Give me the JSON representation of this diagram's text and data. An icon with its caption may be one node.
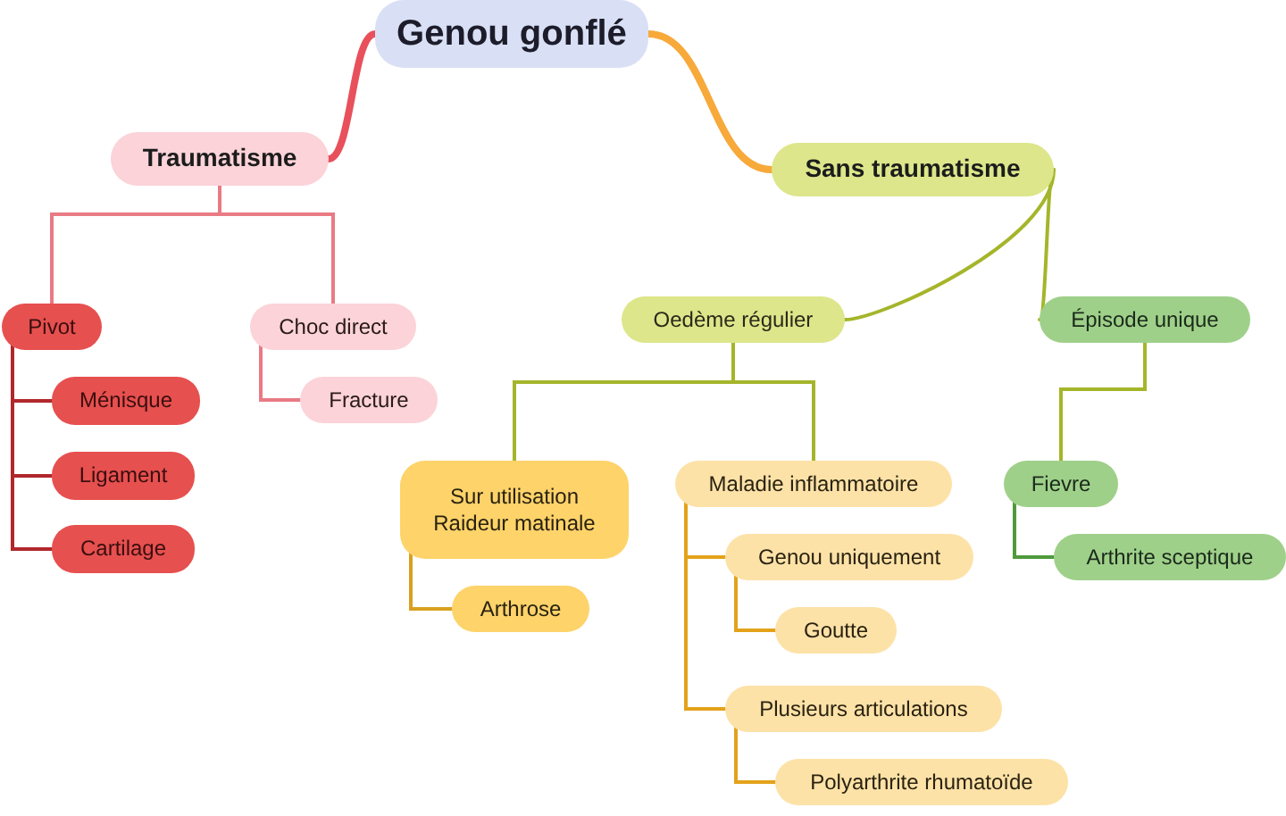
{
  "diagram": {
    "nodes": [
      {
        "text": [
          "Genou gonflé"
        ]
      },
      {
        "text": [
          "Traumatisme"
        ]
      },
      {
        "text": [
          "Pivot"
        ]
      },
      {
        "text": [
          "Ménisque"
        ]
      },
      {
        "text": [
          "Ligament"
        ]
      },
      {
        "text": [
          "Cartilage"
        ]
      },
      {
        "text": [
          "Choc direct"
        ]
      },
      {
        "text": [
          "Fracture"
        ]
      },
      {
        "text": [
          "Sans traumatisme"
        ]
      },
      {
        "text": [
          "Oedème régulier"
        ]
      },
      {
        "text": [
          "Épisode unique"
        ]
      },
      {
        "text": [
          "Sur utilisation Raideur matinale"
        ]
      },
      {
        "text": [
          "Arthrose"
        ]
      },
      {
        "text": [
          "Maladie inflammatoire"
        ]
      },
      {
        "text": [
          "Genou uniquement"
        ]
      },
      {
        "text": [
          "Goutte"
        ]
      },
      {
        "text": [
          "Plusieurs articulations"
        ]
      },
      {
        "text": [
          "Polyarthrite rhumatoïde"
        ]
      },
      {
        "text": [
          "Fievre"
        ]
      },
      {
        "text": [
          "Arthrite sceptique"
        ]
      }
    ],
    "edges": [
      {
        "from": 0,
        "to": 1,
        "arrow": "none",
        "style": "thick",
        "color": "#e8505b"
      },
      {
        "from": 0,
        "to": 8,
        "arrow": "none",
        "style": "thick",
        "color": "#f7a93a"
      },
      {
        "from": 1,
        "to": 2,
        "arrow": "none",
        "color": "#e97a84"
      },
      {
        "from": 1,
        "to": 6,
        "arrow": "none",
        "color": "#e97a84"
      },
      {
        "from": 2,
        "to": 3,
        "arrow": "none",
        "color": "#b0272c"
      },
      {
        "from": 2,
        "to": 4,
        "arrow": "none",
        "color": "#b0272c"
      },
      {
        "from": 2,
        "to": 5,
        "arrow": "none",
        "color": "#b0272c"
      },
      {
        "from": 6,
        "to": 7,
        "arrow": "none",
        "color": "#e97a84"
      },
      {
        "from": 8,
        "to": 9,
        "arrow": "none",
        "color": "#a5b52a"
      },
      {
        "from": 8,
        "to": 10,
        "arrow": "none",
        "color": "#a5b52a"
      },
      {
        "from": 9,
        "to": 11,
        "arrow": "none",
        "color": "#a5b52a"
      },
      {
        "from": 9,
        "to": 13,
        "arrow": "none",
        "color": "#a5b52a"
      },
      {
        "from": 10,
        "to": 18,
        "arrow": "none",
        "color": "#a5b52a"
      },
      {
        "from": 11,
        "to": 12,
        "arrow": "none",
        "color": "#d9a020"
      },
      {
        "from": 13,
        "to": 14,
        "arrow": "none",
        "color": "#e3a21a"
      },
      {
        "from": 13,
        "to": 16,
        "arrow": "none",
        "color": "#e3a21a"
      },
      {
        "from": 14,
        "to": 15,
        "arrow": "none",
        "color": "#e3a21a"
      },
      {
        "from": 16,
        "to": 17,
        "arrow": "none",
        "color": "#e3a21a"
      },
      {
        "from": 18,
        "to": 19,
        "arrow": "none",
        "color": "#4f9a3c"
      }
    ]
  }
}
